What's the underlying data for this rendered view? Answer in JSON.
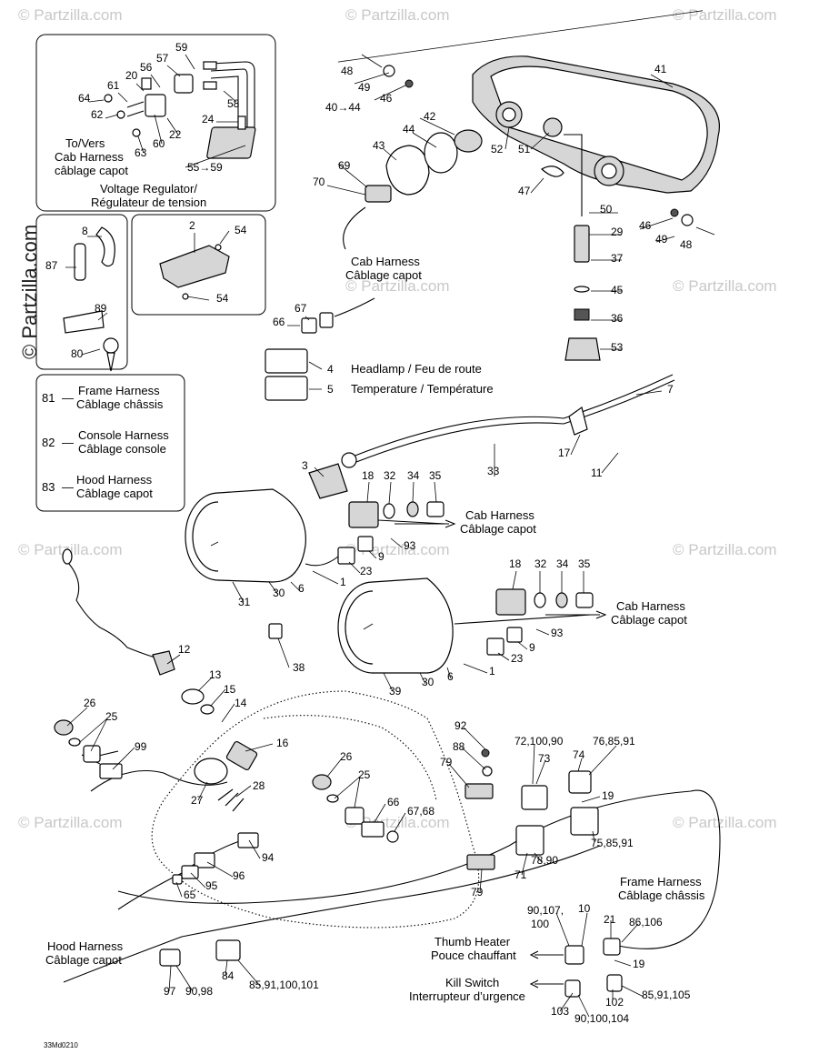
{
  "watermark": {
    "text": "© Partzilla.com",
    "side_text": "© Partzilla.com"
  },
  "drawing_code": "33Md0210",
  "captions": {
    "voltage_regulator_to": "To/Vers",
    "voltage_regulator_to_line2": "Cab Harness",
    "voltage_regulator_to_line3": "câblage capot",
    "voltage_regulator_name": "Voltage Regulator/",
    "voltage_regulator_name_fr": "Régulateur de tension",
    "cab_harness_1": "Cab Harness",
    "cab_harness_1_fr": "Câblage capot",
    "headlamp": "Headlamp / Feu de route",
    "temperature": "Temperature / Température",
    "cab_harness_2": "Cab Harness",
    "cab_harness_2_fr": "Câblage capot",
    "cab_harness_3": "Cab Harness",
    "cab_harness_3_fr": "Câblage capot",
    "frame_harness": "Frame Harness",
    "frame_harness_fr": "Câblage châssis",
    "thumb_heater": "Thumb Heater",
    "thumb_heater_fr": "Pouce chauffant",
    "kill_switch": "Kill Switch",
    "kill_switch_fr": "Interrupteur d’urgence",
    "hood_harness": "Hood Harness",
    "hood_harness_fr": "Câblage capot"
  },
  "legend": [
    {
      "num": "81",
      "en": "Frame Harness",
      "fr": "Câblage châssis"
    },
    {
      "num": "82",
      "en": "Console Harness",
      "fr": "Câblage console"
    },
    {
      "num": "83",
      "en": "Hood Harness",
      "fr": "Câblage capot"
    }
  ],
  "callouts": [
    {
      "id": "c59",
      "text": "59"
    },
    {
      "id": "c57",
      "text": "57"
    },
    {
      "id": "c56",
      "text": "56"
    },
    {
      "id": "c20",
      "text": "20"
    },
    {
      "id": "c61",
      "text": "61"
    },
    {
      "id": "c64",
      "text": "64"
    },
    {
      "id": "c58",
      "text": "58"
    },
    {
      "id": "c62",
      "text": "62"
    },
    {
      "id": "c24",
      "text": "24"
    },
    {
      "id": "c22",
      "text": "22"
    },
    {
      "id": "c60",
      "text": "60"
    },
    {
      "id": "c63",
      "text": "63"
    },
    {
      "id": "c55",
      "text": "55→59"
    },
    {
      "id": "c48a",
      "text": "48"
    },
    {
      "id": "c49a",
      "text": "49"
    },
    {
      "id": "c46a",
      "text": "46"
    },
    {
      "id": "c41",
      "text": "41"
    },
    {
      "id": "c40",
      "text": "40→44"
    },
    {
      "id": "c42",
      "text": "42"
    },
    {
      "id": "c44",
      "text": "44"
    },
    {
      "id": "c43",
      "text": "43"
    },
    {
      "id": "c52",
      "text": "52"
    },
    {
      "id": "c51",
      "text": "51"
    },
    {
      "id": "c69",
      "text": "69"
    },
    {
      "id": "c70",
      "text": "70"
    },
    {
      "id": "c47",
      "text": "47"
    },
    {
      "id": "c50",
      "text": "50"
    },
    {
      "id": "c46b",
      "text": "46"
    },
    {
      "id": "c49b",
      "text": "49"
    },
    {
      "id": "c48b",
      "text": "48"
    },
    {
      "id": "c29",
      "text": "29"
    },
    {
      "id": "c37",
      "text": "37"
    },
    {
      "id": "c45",
      "text": "45"
    },
    {
      "id": "c36",
      "text": "36"
    },
    {
      "id": "c53",
      "text": "53"
    },
    {
      "id": "c8",
      "text": "8"
    },
    {
      "id": "c87",
      "text": "87"
    },
    {
      "id": "c2",
      "text": "2"
    },
    {
      "id": "c54a",
      "text": "54"
    },
    {
      "id": "c54b",
      "text": "54"
    },
    {
      "id": "c89",
      "text": "89"
    },
    {
      "id": "c80",
      "text": "80"
    },
    {
      "id": "c67",
      "text": "67"
    },
    {
      "id": "c66a",
      "text": "66"
    },
    {
      "id": "c4",
      "text": "4"
    },
    {
      "id": "c5",
      "text": "5"
    },
    {
      "id": "c7",
      "text": "7"
    },
    {
      "id": "c17",
      "text": "17"
    },
    {
      "id": "c11",
      "text": "11"
    },
    {
      "id": "c33",
      "text": "33"
    },
    {
      "id": "c3",
      "text": "3"
    },
    {
      "id": "c18a",
      "text": "18"
    },
    {
      "id": "c32a",
      "text": "32"
    },
    {
      "id": "c34a",
      "text": "34"
    },
    {
      "id": "c35a",
      "text": "35"
    },
    {
      "id": "c93a",
      "text": "93"
    },
    {
      "id": "c9a",
      "text": "9"
    },
    {
      "id": "c23a",
      "text": "23"
    },
    {
      "id": "c1a",
      "text": "1"
    },
    {
      "id": "c31",
      "text": "31"
    },
    {
      "id": "c30a",
      "text": "30"
    },
    {
      "id": "c6a",
      "text": "6"
    },
    {
      "id": "c18b",
      "text": "18"
    },
    {
      "id": "c32b",
      "text": "32"
    },
    {
      "id": "c34b",
      "text": "34"
    },
    {
      "id": "c35b",
      "text": "35"
    },
    {
      "id": "c93b",
      "text": "93"
    },
    {
      "id": "c9b",
      "text": "9"
    },
    {
      "id": "c23b",
      "text": "23"
    },
    {
      "id": "c1b",
      "text": "1"
    },
    {
      "id": "c39",
      "text": "39"
    },
    {
      "id": "c30b",
      "text": "30"
    },
    {
      "id": "c6b",
      "text": "6"
    },
    {
      "id": "c12",
      "text": "12"
    },
    {
      "id": "c38",
      "text": "38"
    },
    {
      "id": "c13",
      "text": "13"
    },
    {
      "id": "c15",
      "text": "15"
    },
    {
      "id": "c14",
      "text": "14"
    },
    {
      "id": "c26a",
      "text": "26"
    },
    {
      "id": "c25a",
      "text": "25"
    },
    {
      "id": "c99",
      "text": "99"
    },
    {
      "id": "c16",
      "text": "16"
    },
    {
      "id": "c28",
      "text": "28"
    },
    {
      "id": "c27",
      "text": "27"
    },
    {
      "id": "c94",
      "text": "94"
    },
    {
      "id": "c96",
      "text": "96"
    },
    {
      "id": "c95",
      "text": "95"
    },
    {
      "id": "c65",
      "text": "65"
    },
    {
      "id": "c26b",
      "text": "26"
    },
    {
      "id": "c25b",
      "text": "25"
    },
    {
      "id": "c66b",
      "text": "66"
    },
    {
      "id": "c6768",
      "text": "67,68"
    },
    {
      "id": "c92",
      "text": "92"
    },
    {
      "id": "c88",
      "text": "88"
    },
    {
      "id": "c79a",
      "text": "79"
    },
    {
      "id": "c79b",
      "text": "79"
    },
    {
      "id": "c72",
      "text": "72,100,90"
    },
    {
      "id": "c73",
      "text": "73"
    },
    {
      "id": "c74",
      "text": "74"
    },
    {
      "id": "c76",
      "text": "76,85,91"
    },
    {
      "id": "c19a",
      "text": "19"
    },
    {
      "id": "c75",
      "text": "75,85,91"
    },
    {
      "id": "c71",
      "text": "71"
    },
    {
      "id": "c78",
      "text": "78,90"
    },
    {
      "id": "c90107",
      "text": "90,107,"
    },
    {
      "id": "c100",
      "text": "100"
    },
    {
      "id": "c10",
      "text": "10"
    },
    {
      "id": "c21",
      "text": "21"
    },
    {
      "id": "c86",
      "text": "86,106"
    },
    {
      "id": "c19b",
      "text": "19"
    },
    {
      "id": "c102",
      "text": "102"
    },
    {
      "id": "c85105",
      "text": "85,91,105"
    },
    {
      "id": "c103",
      "text": "103"
    },
    {
      "id": "c90104",
      "text": "90,100,104"
    },
    {
      "id": "c97",
      "text": "97"
    },
    {
      "id": "c9098",
      "text": "90,98"
    },
    {
      "id": "c84",
      "text": "84"
    },
    {
      "id": "c85101",
      "text": "85,91,100,101"
    }
  ]
}
